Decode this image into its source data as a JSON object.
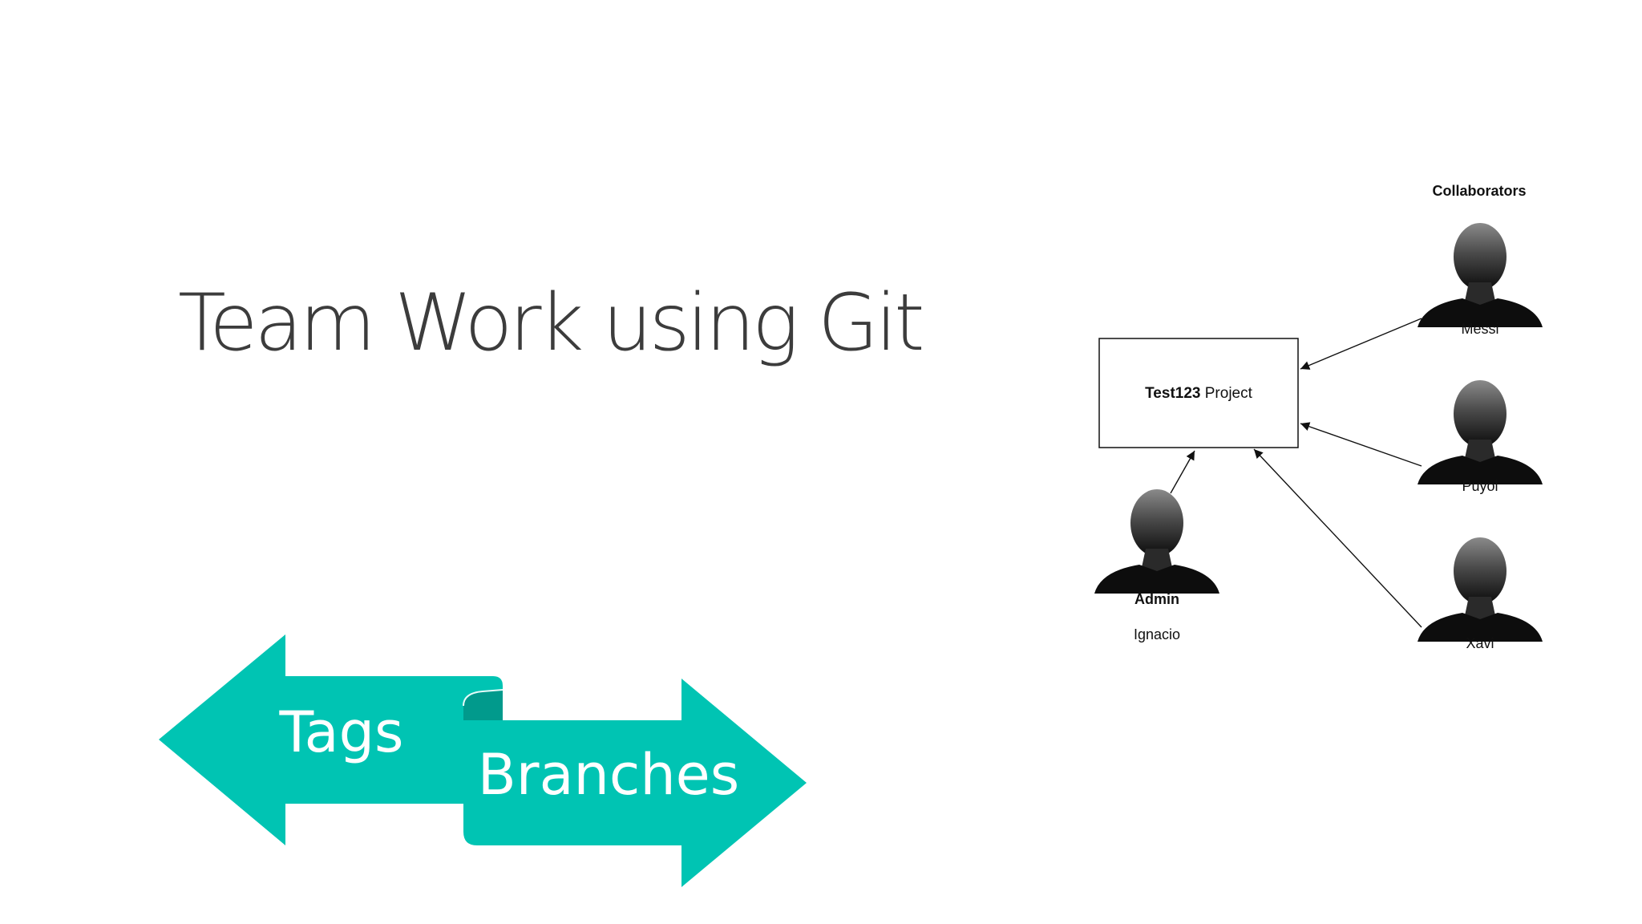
{
  "slide": {
    "title": "Team Work using Git"
  },
  "arrows": {
    "left_label": "Tags",
    "right_label": "Branches",
    "color": "#00c4b3",
    "shadow_color": "#019a8c"
  },
  "diagram": {
    "collaborators_heading": "Collaborators",
    "project_name_bold": "Test123",
    "project_name_rest": " Project",
    "admin_role": "Admin",
    "admin_name": "Ignacio",
    "collaborators": [
      {
        "name": "Messi",
        "icon": "person-silhouette-icon"
      },
      {
        "name": "Puyol",
        "icon": "person-silhouette-icon"
      },
      {
        "name": "Xavi",
        "icon": "person-silhouette-icon"
      }
    ]
  }
}
